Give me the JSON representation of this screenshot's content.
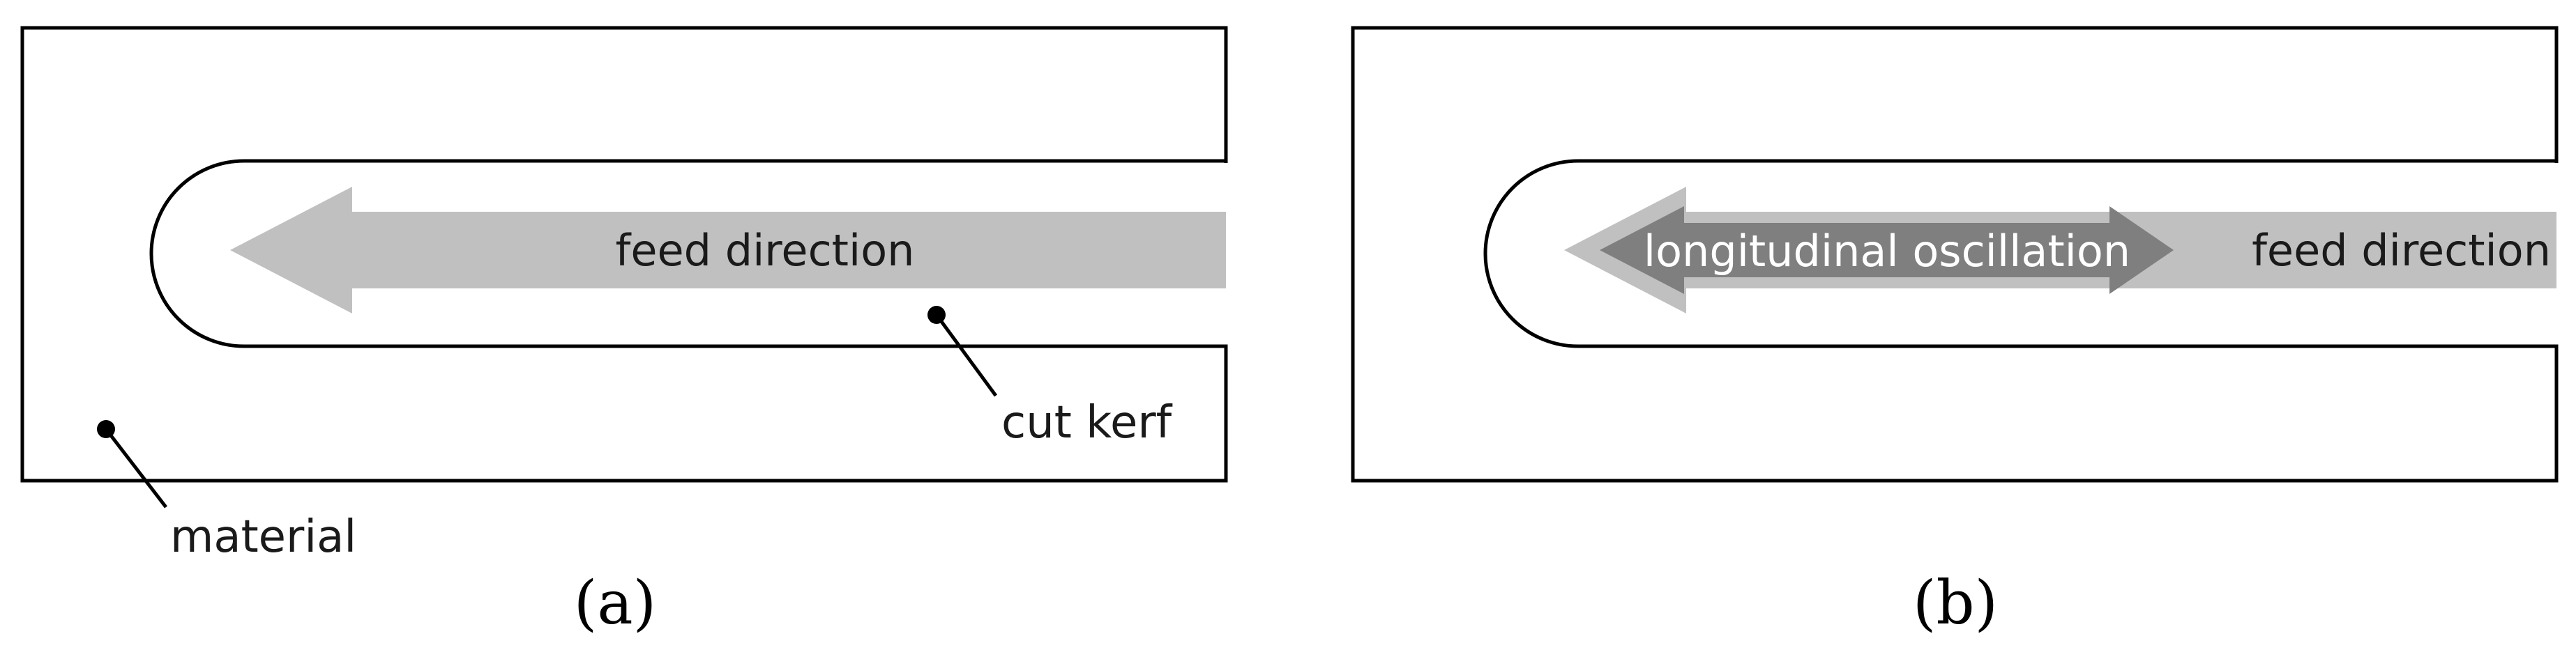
{
  "panel_a": {
    "caption": "(a)",
    "arrow_label": "feed direction",
    "callouts": {
      "kerf": "cut kerf",
      "material": "material"
    }
  },
  "panel_b": {
    "caption": "(b)",
    "oscillation_label": "longitudinal oscillation",
    "arrow_label": "feed direction"
  },
  "colors": {
    "outline": "#000000",
    "feed_arrow": "#c0c0c0",
    "oscillation_arrow": "#7f7f7f",
    "oscillation_text": "#ffffff",
    "label_text": "#1a1a1a"
  }
}
